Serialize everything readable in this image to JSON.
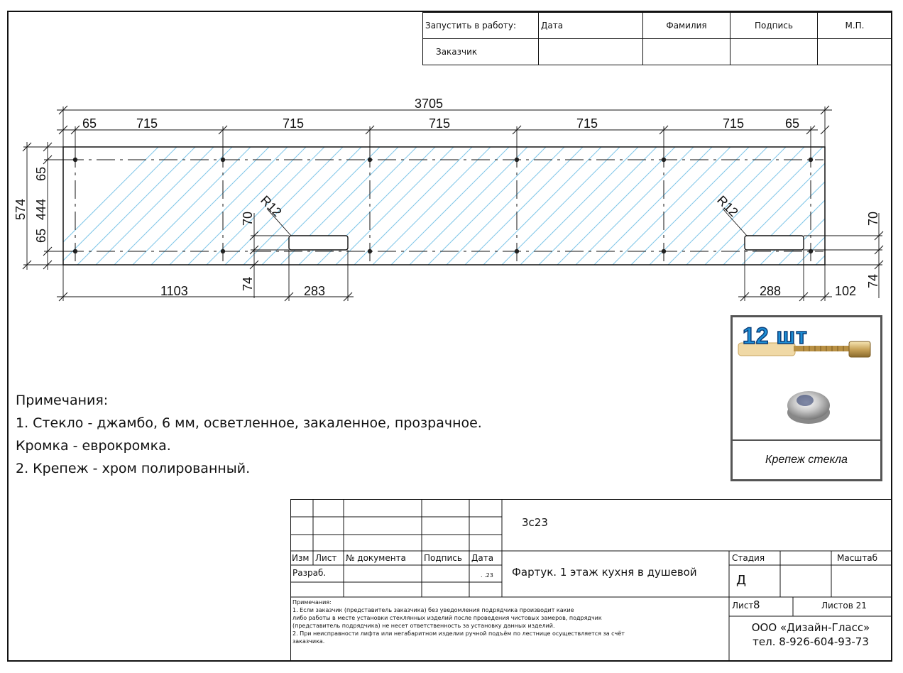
{
  "header_table": {
    "launch_label": "Запустить в работу:",
    "customer_label": "Заказчик",
    "cols": [
      "Дата",
      "Фамилия",
      "Подпись",
      "М.П."
    ]
  },
  "drawing": {
    "overall_width": "3705",
    "top_dims": [
      "65",
      "715",
      "715",
      "715",
      "715",
      "715",
      "65"
    ],
    "left_dims": {
      "total": "574",
      "top": "65",
      "mid": "444",
      "bottom": "65"
    },
    "right_dims": {
      "top": "70",
      "bottom": "74"
    },
    "bottom_dims": [
      "1103",
      "283",
      "288",
      "102"
    ],
    "cutout_left_dims": {
      "top": "70",
      "bottom": "74"
    },
    "radius_label": "R12"
  },
  "notes": {
    "title": "Примечания:",
    "line1": "1. Стекло - джамбо, 6 мм, осветленное, закаленное, прозрачное.",
    "line2": "Кромка - еврокромка.",
    "line3": "2. Крепеж - хром полированный."
  },
  "fastener": {
    "quantity": "12 шт",
    "caption": "Крепеж стекла"
  },
  "title_block": {
    "code": "3с23",
    "cols": [
      "Изм",
      "Лист",
      "№ документа",
      "Подпись",
      "Дата"
    ],
    "developer_label": "Разраб.",
    "date_fragment": ".  .23",
    "title": "Фартук. 1 этаж кухня в душевой",
    "stage_label": "Стадия",
    "scale_label": "Масштаб",
    "stage_value": "Д",
    "sheet_label": "Лист",
    "sheet_value": "8",
    "sheets_label": "Листов 21",
    "company": "ООО «Дизайн-Гласс»",
    "phone": "тел. 8-926-604-93-73",
    "footer_title": "Примечания:",
    "footer_line1": "1. Если заказчик (представитель заказчика) без уведомления подрядчика производит какие",
    "footer_line2": "либо работы в месте установки стеклянных изделий после проведения чистовых замеров, подрядчик",
    "footer_line3": "(представитель подрядчика) не несет ответственность за установку данных изделий.",
    "footer_line4": "2. При неисправности лифта или негабаритном изделии ручной подъём по лестнице осуществляется за счёт",
    "footer_line5": "заказчика."
  },
  "colors": {
    "hatch": "#7fc6e8",
    "line": "#111111",
    "frame_border": "#555555"
  }
}
